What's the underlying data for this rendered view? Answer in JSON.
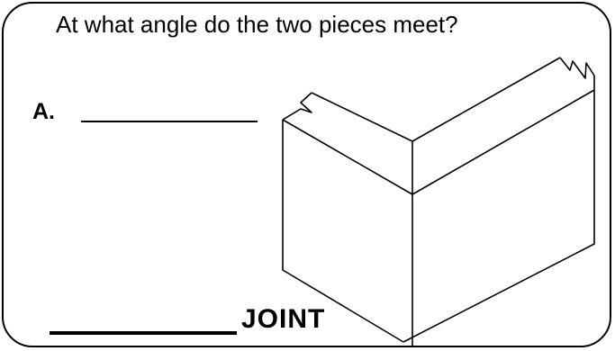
{
  "question": {
    "text": "At what angle do the two pieces meet?"
  },
  "answer_a": {
    "label": "A."
  },
  "joint": {
    "word": "JOINT"
  },
  "colors": {
    "ink": "#000000",
    "background": "#ffffff"
  }
}
